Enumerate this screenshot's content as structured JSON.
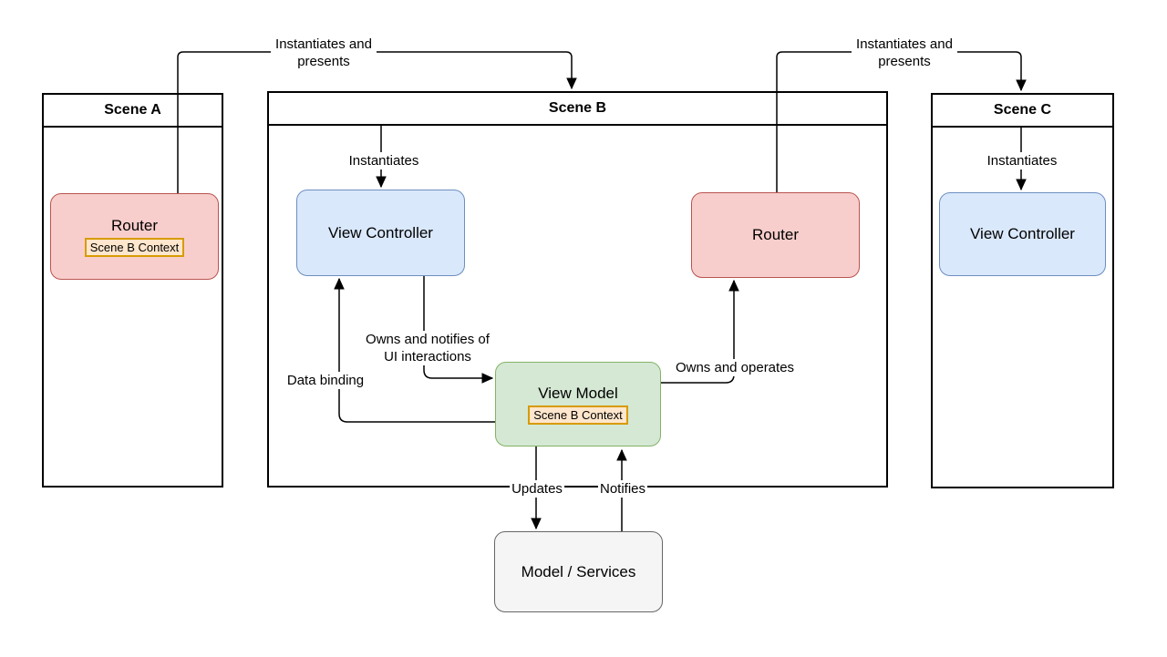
{
  "colors": {
    "router_fill": "#f8cecc",
    "router_stroke": "#b85450",
    "view_controller_fill": "#dae8fc",
    "view_controller_stroke": "#6c8ebf",
    "view_model_fill": "#d5e8d4",
    "view_model_stroke": "#82b366",
    "model_services_fill": "#f5f5f5",
    "model_services_stroke": "#666666",
    "badge_fill": "#ffe6cc",
    "badge_stroke": "#d79b00",
    "scene_stroke": "#000000",
    "edge_stroke": "#000000"
  },
  "scenes": {
    "a": {
      "title": "Scene A"
    },
    "b": {
      "title": "Scene B"
    },
    "c": {
      "title": "Scene C"
    }
  },
  "nodes": {
    "router_a": {
      "label": "Router",
      "badge": "Scene B Context"
    },
    "view_controller_b": {
      "label": "View Controller"
    },
    "router_b": {
      "label": "Router"
    },
    "view_model_b": {
      "label": "View Model",
      "badge": "Scene B Context"
    },
    "view_controller_c": {
      "label": "View Controller"
    },
    "model_services": {
      "label": "Model / Services"
    }
  },
  "edge_labels": {
    "a_to_b": "Instantiates and presents",
    "b_to_c": "Instantiates and presents",
    "instantiates_b": "Instantiates",
    "instantiates_c": "Instantiates",
    "owns_notifies": "Owns and notifies of UI interactions",
    "data_binding": "Data binding",
    "owns_operates": "Owns and operates",
    "updates": "Updates",
    "notifies": "Notifies"
  }
}
